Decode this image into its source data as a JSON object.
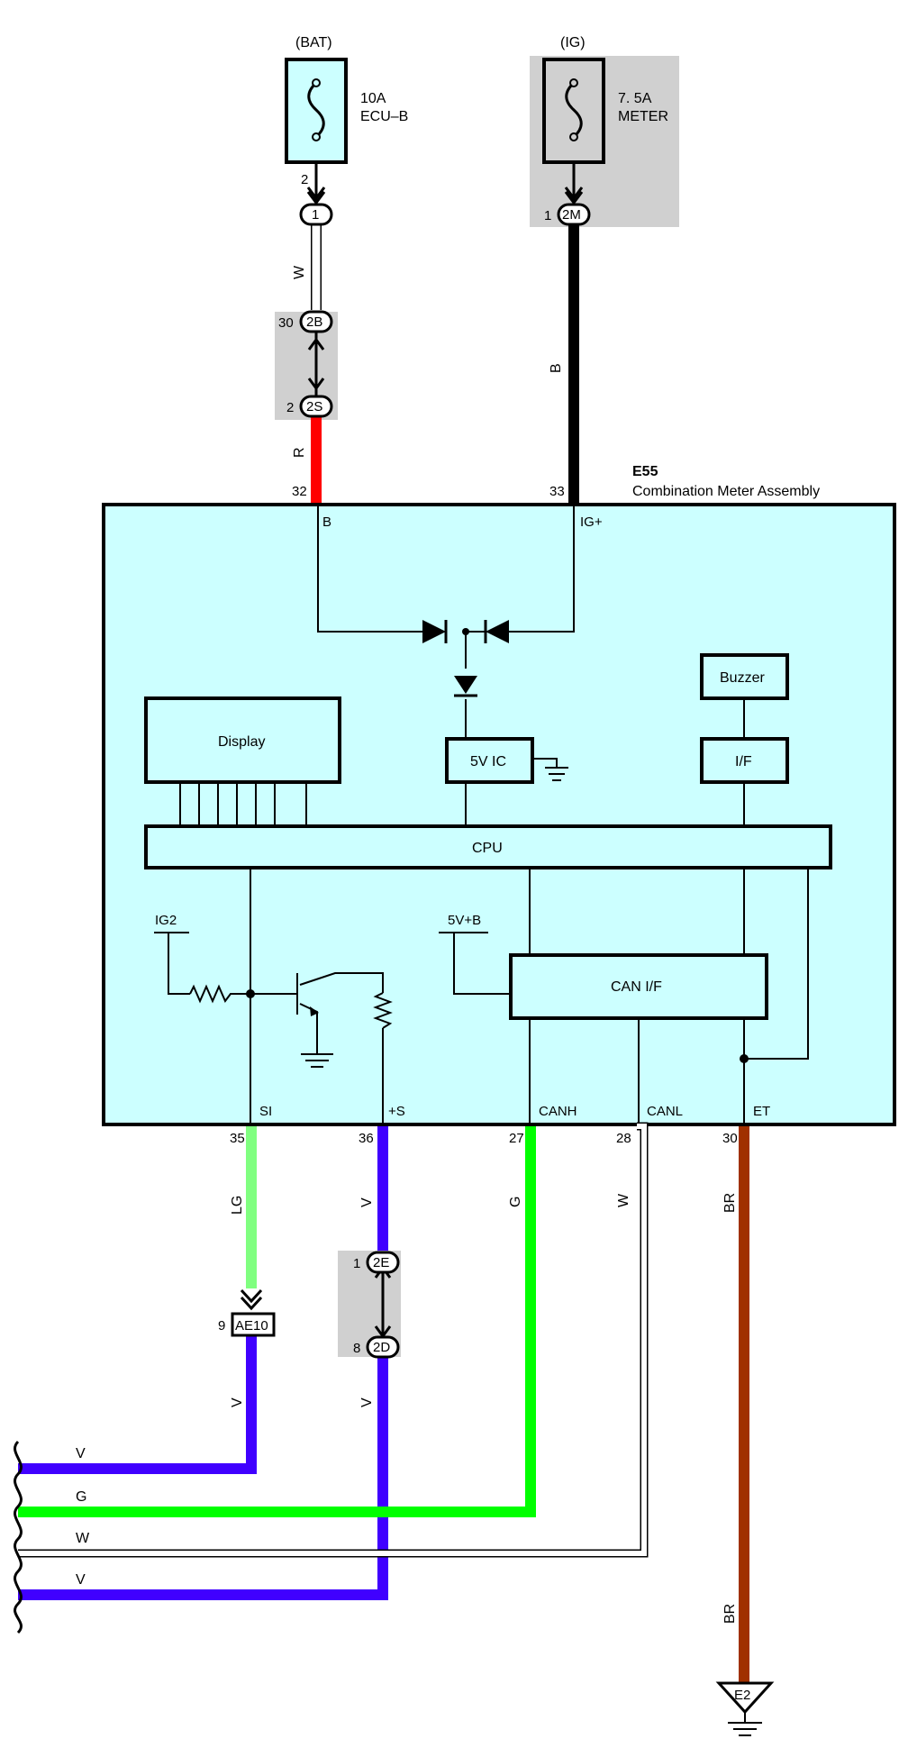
{
  "fuses": {
    "bat": {
      "supply": "(BAT)",
      "rating": "10A",
      "name": "ECU–B"
    },
    "ig": {
      "supply": "(IG)",
      "rating": "7. 5A",
      "name": "METER"
    }
  },
  "connectors": {
    "c1": {
      "label": "1",
      "pin": "2"
    },
    "c2m": {
      "label": "2M",
      "pin": "1"
    },
    "c2b": {
      "label": "2B",
      "pin": "30"
    },
    "c2s": {
      "label": "2S",
      "pin": "2"
    },
    "c2e": {
      "label": "2E",
      "pin": "1"
    },
    "c2d": {
      "label": "2D",
      "pin": "8"
    },
    "ae10": {
      "label": "AE10",
      "pin": "9"
    }
  },
  "wire_colors": {
    "w_top": "W",
    "b_top": "B",
    "r_top": "R",
    "si": "LG",
    "s_plus": "V",
    "canh": "G",
    "canl": "W",
    "et": "BR",
    "ae10_below": "V",
    "c2d_below": "V",
    "et_lower": "BR",
    "bus_v1": "V",
    "bus_g": "G",
    "bus_w": "W",
    "bus_v2": "V"
  },
  "wire_hex": {
    "white": "#ffffff",
    "black": "#000000",
    "red": "#ff0000",
    "light_green": "#80ff80",
    "violet": "#4000ff",
    "green": "#00ff00",
    "brown": "#a03000",
    "module_fill": "#ccffff",
    "shade": "#d0d0d0"
  },
  "component": {
    "code": "E55",
    "name": "Combination Meter Assembly",
    "pins": {
      "b": "32",
      "igp": "33",
      "si": "35",
      "s": "36",
      "canh": "27",
      "canl": "28",
      "et": "30"
    },
    "terminals": {
      "b": "B",
      "igp": "IG+",
      "si": "SI",
      "s": "+S",
      "canh": "CANH",
      "canl": "CANL",
      "et": "ET"
    }
  },
  "blocks": {
    "display": "Display",
    "vic": "5V IC",
    "buzzer": "Buzzer",
    "iface": "I/F",
    "cpu": "CPU",
    "can_if": "CAN I/F",
    "ig2": "IG2",
    "v5b": "5V+B"
  },
  "ground": {
    "label": "E2"
  }
}
